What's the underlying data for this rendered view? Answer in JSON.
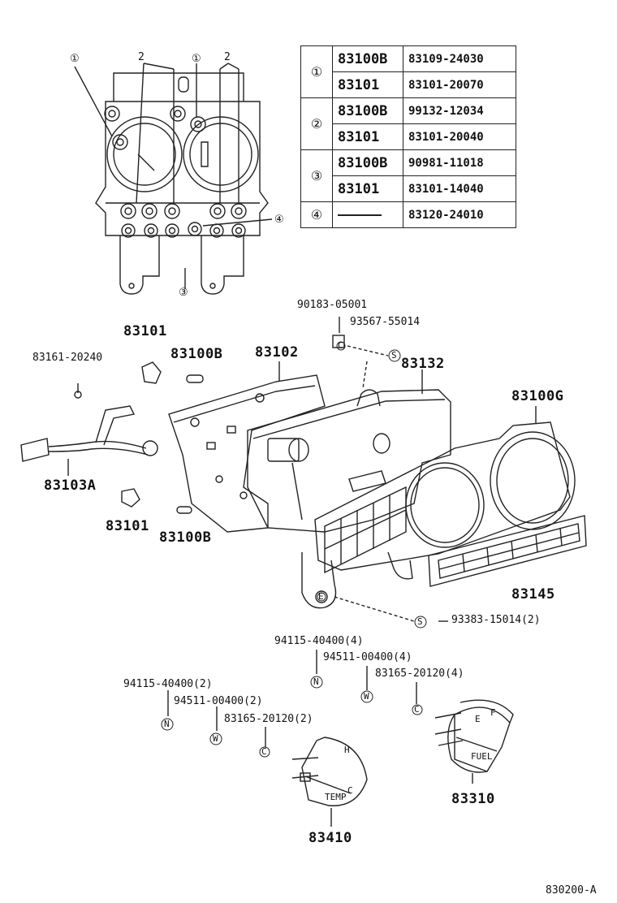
{
  "figure_code": "830200-A",
  "top_view_markers": [
    "①",
    "2",
    "①",
    "2",
    "④",
    "③"
  ],
  "table": [
    {
      "no": "①",
      "rows": [
        {
          "part": "83100B",
          "number": "83109-24030"
        },
        {
          "part": "83101",
          "number": "83101-20070"
        }
      ]
    },
    {
      "no": "②",
      "rows": [
        {
          "part": "83100B",
          "number": "99132-12034"
        },
        {
          "part": "83101",
          "number": "83101-20040"
        }
      ]
    },
    {
      "no": "③",
      "rows": [
        {
          "part": "83100B",
          "number": "90981-11018"
        },
        {
          "part": "83101",
          "number": "83101-14040"
        }
      ]
    },
    {
      "no": "④",
      "rows": [
        {
          "part": "",
          "number": "83120-24010"
        }
      ]
    }
  ],
  "labels": {
    "l_90183": "90183-05001",
    "l_93567": "93567-55014",
    "l_83101a": "83101",
    "l_83161": "83161-20240",
    "l_83100b_a": "83100B",
    "l_83102": "83102",
    "l_83132": "83132",
    "l_83100g": "83100G",
    "l_83103a": "83103A",
    "l_83101b": "83101",
    "l_83100b_b": "83100B",
    "l_83145": "83145",
    "l_93383": "93383-15014(2)",
    "l_94115_4": "94115-40400(4)",
    "l_94511_4": "94511-00400(4)",
    "l_83165_4": "83165-20120(4)",
    "l_94115_2": "94115-40400(2)",
    "l_94511_2": "94511-00400(2)",
    "l_83165_2": "83165-20120(2)",
    "l_83310": "83310",
    "l_83410": "83410"
  },
  "callout_letters": {
    "s1": "S",
    "s2": "S",
    "n1": "N",
    "n2": "N",
    "w1": "W",
    "w2": "W",
    "c1": "C",
    "c2": "C",
    "c3": "C",
    "e1": "E"
  },
  "gauge_text": {
    "fuel_e": "E",
    "fuel_f": "F",
    "fuel_word": "FUEL",
    "temp_h": "H",
    "temp_c": "C",
    "temp_word": "TEMP"
  }
}
